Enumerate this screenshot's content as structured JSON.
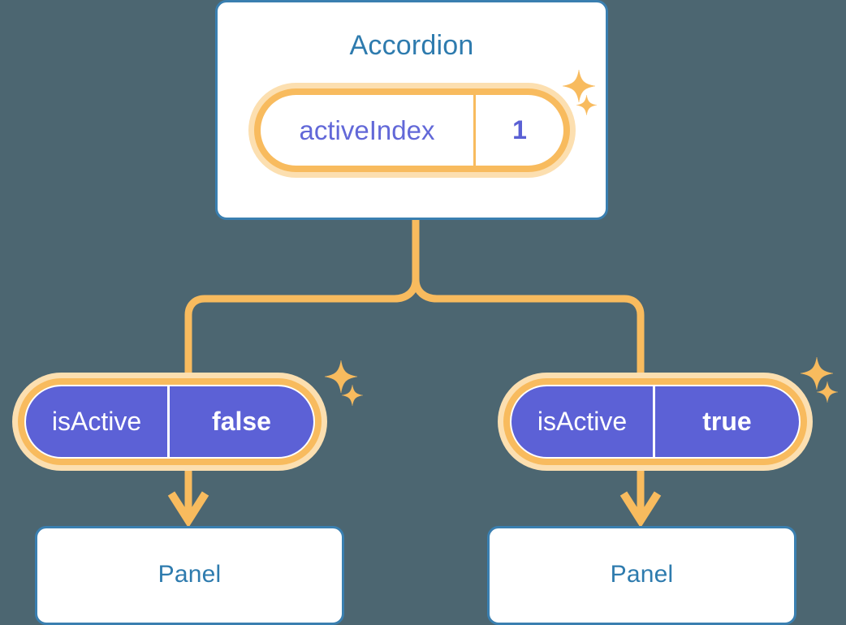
{
  "background_color": "#4c6671",
  "palette": {
    "card_border": "#3a7fb0",
    "card_title_text": "#2e7bae",
    "pill_halo": "#fcdfb0",
    "pill_ring": "#f8bb5e",
    "connector": "#f8bb5e",
    "chip_purple": "#5c61d6",
    "accordion_key_text": "#6268d8",
    "accordion_value_text": "#5a60d4",
    "chip_text": "#ffffff",
    "card_background": "#ffffff"
  },
  "diagram": {
    "type": "component-state-tree",
    "root": {
      "title": "Accordion",
      "state_chip": {
        "key": "activeIndex",
        "value": "1"
      }
    },
    "children": [
      {
        "state_chip": {
          "key": "isActive",
          "value": "false"
        },
        "child_title": "Panel"
      },
      {
        "state_chip": {
          "key": "isActive",
          "value": "true"
        },
        "child_title": "Panel"
      }
    ]
  },
  "decorations": {
    "sparkle_icon_name": "four-point-sparkle-icon",
    "sparkle_count": 6
  }
}
